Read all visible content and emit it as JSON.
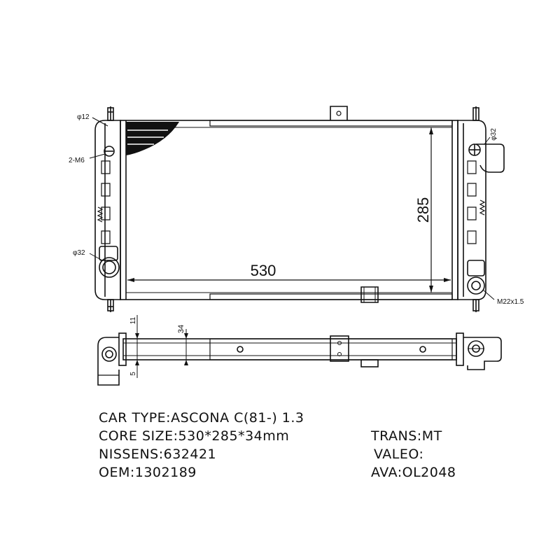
{
  "drawing": {
    "dimensions": {
      "core_width": "530",
      "core_height": "285",
      "thickness_34": "34",
      "dim_11": "11",
      "dim_5": "5"
    },
    "callouts": {
      "phi12": "φ12",
      "m6": "2-M6",
      "phi32_left": "φ32",
      "phi32_right": "φ32",
      "m22": "M22x1.5"
    }
  },
  "specs": {
    "car_type": "CAR TYPE:ASCONA C(81-)  1.3",
    "core_size": "CORE SIZE:530*285*34mm",
    "nissens": "NISSENS:632421",
    "oem": "OEM:1302189",
    "trans": "TRANS:MT",
    "valeo": "VALEO:",
    "ava": "AVA:OL2048"
  }
}
